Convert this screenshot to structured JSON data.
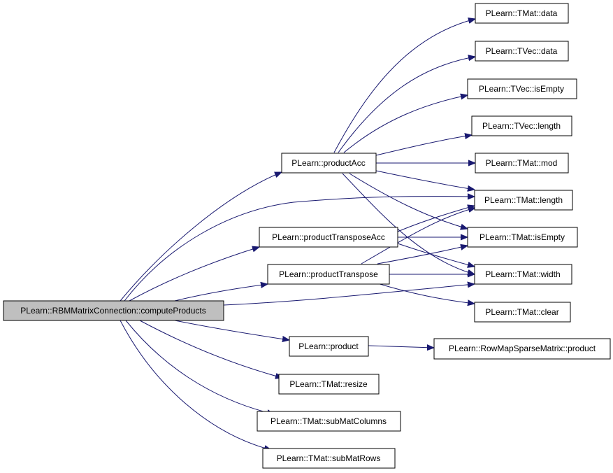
{
  "nodes": {
    "root": "PLearn::RBMMatrixConnection::computeProducts",
    "productAcc": "PLearn::productAcc",
    "productTransposeAcc": "PLearn::productTransposeAcc",
    "productTranspose": "PLearn::productTranspose",
    "product": "PLearn::product",
    "resize": "PLearn::TMat::resize",
    "subMatColumns": "PLearn::TMat::subMatColumns",
    "subMatRows": "PLearn::TMat::subMatRows",
    "tmatData": "PLearn::TMat::data",
    "tvecData": "PLearn::TVec::data",
    "tvecIsEmpty": "PLearn::TVec::isEmpty",
    "tvecLength": "PLearn::TVec::length",
    "tmatMod": "PLearn::TMat::mod",
    "tmatLength": "PLearn::TMat::length",
    "tmatIsEmpty": "PLearn::TMat::isEmpty",
    "tmatWidth": "PLearn::TMat::width",
    "tmatClear": "PLearn::TMat::clear",
    "rowMapProduct": "PLearn::RowMapSparseMatrix::product"
  }
}
